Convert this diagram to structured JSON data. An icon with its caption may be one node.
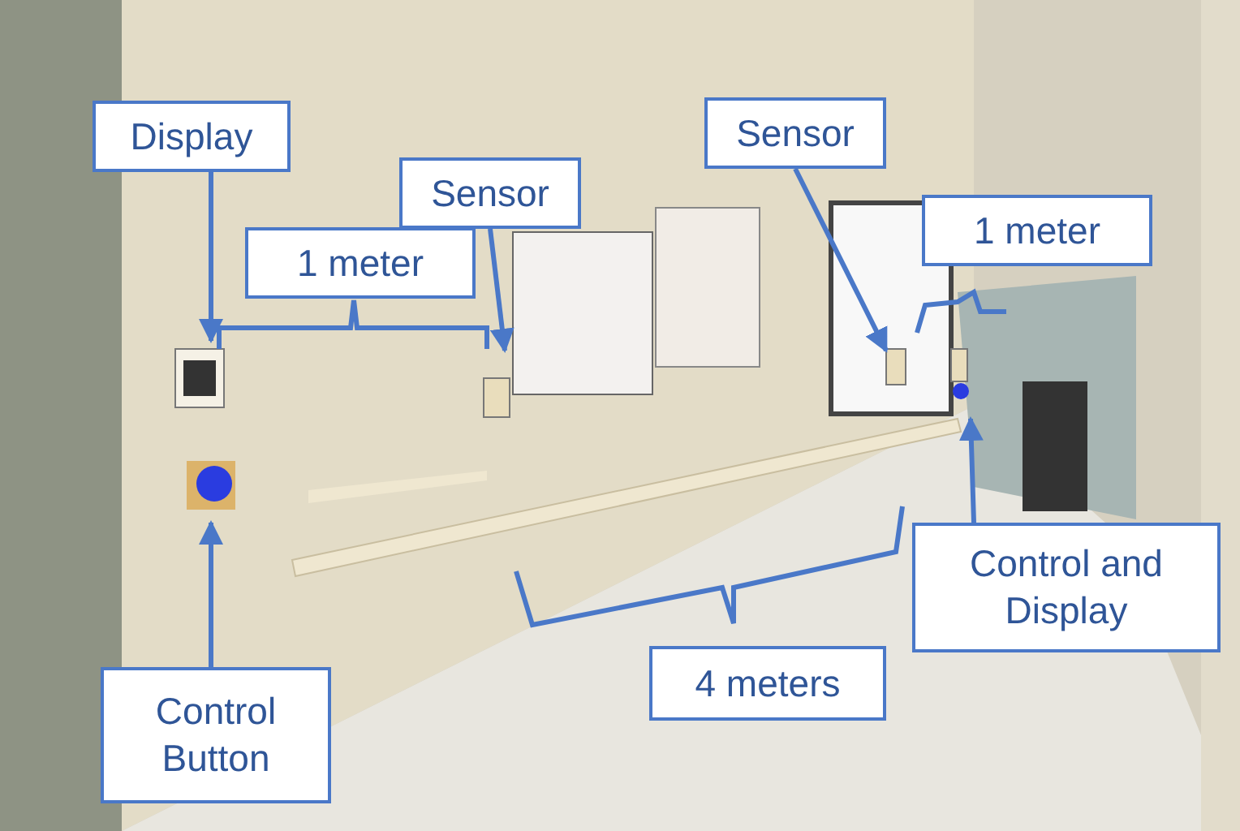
{
  "diagram": {
    "nodes": [
      {
        "text": [
          "Display"
        ]
      },
      {
        "text": [
          "1 meter"
        ]
      },
      {
        "text": [
          "Sensor"
        ]
      },
      {
        "text": [
          "Sensor"
        ]
      },
      {
        "text": [
          "1 meter"
        ]
      },
      {
        "text": [
          "Control Button"
        ]
      },
      {
        "text": [
          "Control and Display"
        ]
      },
      {
        "text": [
          "4 meters"
        ]
      }
    ],
    "edges": [
      {
        "from": 0,
        "to": null,
        "arrow": "to"
      },
      {
        "from": 2,
        "to": null,
        "arrow": "to"
      },
      {
        "from": 3,
        "to": null,
        "arrow": "to"
      },
      {
        "from": 5,
        "to": null,
        "arrow": "to"
      },
      {
        "from": 6,
        "to": null,
        "arrow": "to"
      }
    ]
  }
}
